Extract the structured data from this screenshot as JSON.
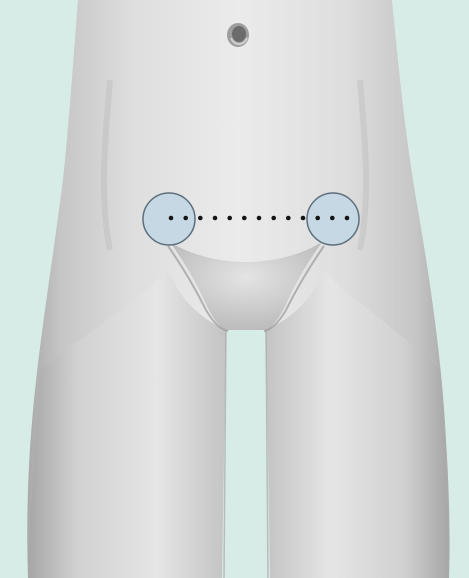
{
  "colors": {
    "background": "#d8ece7",
    "skin_light": "#ececec",
    "skin_mid": "#d3d3d3",
    "skin_shadow": "#a8a8a8",
    "marker_fill": "#c5d8e4",
    "marker_stroke": "#5d6f7c",
    "dot": "#141414"
  },
  "markers": [
    {
      "name": "left-marker"
    },
    {
      "name": "right-marker"
    }
  ],
  "connector": {
    "style": "dotted",
    "dot_count": 13
  }
}
